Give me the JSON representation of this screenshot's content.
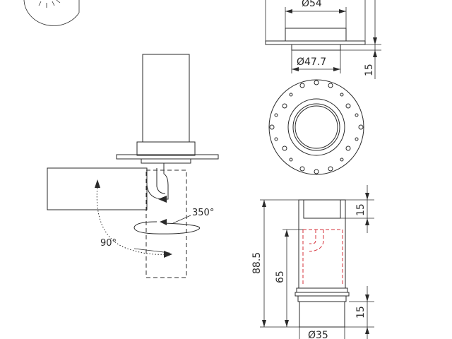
{
  "labels": {
    "d54": "Ø54",
    "d47": "Ø47.7",
    "d35": "Ø35",
    "h15_top": "15",
    "h15_mid": "15",
    "h15_bottom": "15",
    "h88": "88.5",
    "h65": "65",
    "rot350": "350°",
    "tilt90": "90°"
  },
  "colors": {
    "line": "#2a2a2a",
    "hidden_red": "#d6303a",
    "background": "#ffffff"
  }
}
